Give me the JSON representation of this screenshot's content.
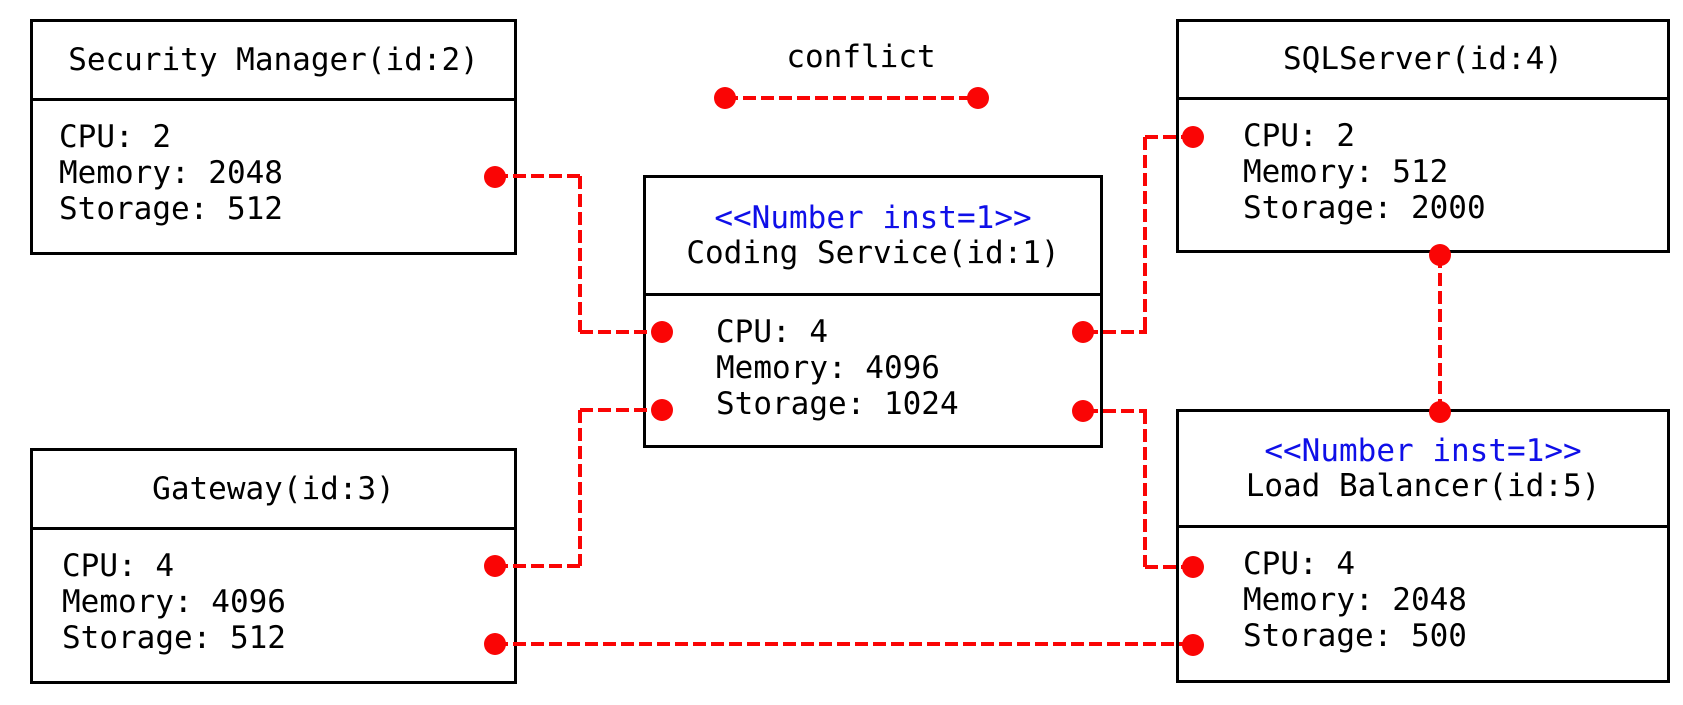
{
  "diagram_type": "component-conflict-diagram",
  "legend": {
    "label": "conflict"
  },
  "nodes": {
    "security_manager": {
      "title": "Security Manager(id:2)",
      "attributes": [
        "CPU: 2",
        "Memory: 2048",
        "Storage: 512"
      ]
    },
    "gateway": {
      "title": "Gateway(id:3)",
      "attributes": [
        "CPU: 4",
        "Memory: 4096",
        "Storage: 512"
      ]
    },
    "coding_service": {
      "stereotype": "<<Number inst=1>>",
      "title": "Coding Service(id:1)",
      "attributes": [
        "CPU: 4",
        "Memory: 4096",
        "Storage: 1024"
      ]
    },
    "sqlserver": {
      "title": "SQLServer(id:4)",
      "attributes": [
        "CPU: 2",
        "Memory: 512",
        "Storage: 2000"
      ]
    },
    "load_balancer": {
      "stereotype": "<<Number inst=1>>",
      "title": "Load Balancer(id:5)",
      "attributes": [
        "CPU: 4",
        "Memory: 2048",
        "Storage: 500"
      ]
    }
  },
  "edges": [
    {
      "type": "conflict",
      "from": "security_manager",
      "to": "coding_service"
    },
    {
      "type": "conflict",
      "from": "gateway",
      "to": "coding_service"
    },
    {
      "type": "conflict",
      "from": "sqlserver",
      "to": "coding_service"
    },
    {
      "type": "conflict",
      "from": "load_balancer",
      "to": "coding_service"
    },
    {
      "type": "conflict",
      "from": "sqlserver",
      "to": "load_balancer"
    },
    {
      "type": "conflict",
      "from": "gateway",
      "to": "load_balancer"
    }
  ],
  "colors": {
    "conflict_line": "#fa0505",
    "stereotype_text": "#0f0fe8",
    "border": "#000000",
    "background": "#ffffff",
    "text": "#000000"
  }
}
